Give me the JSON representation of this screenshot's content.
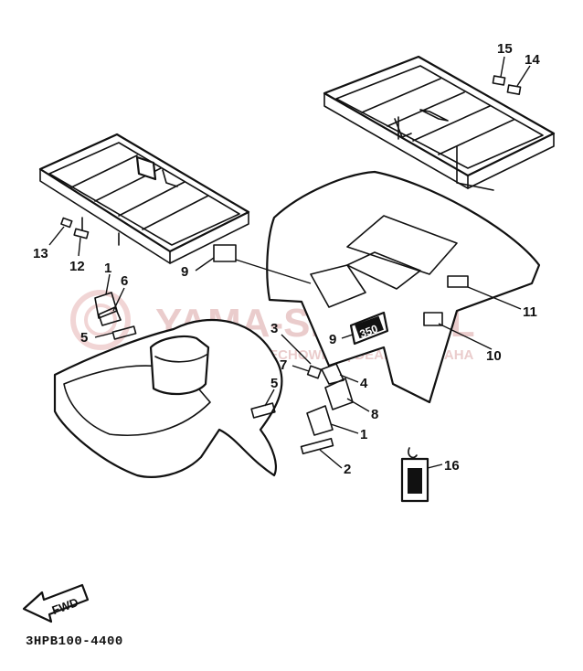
{
  "callouts": [
    {
      "id": "c1a",
      "text": "1"
    },
    {
      "id": "c6",
      "text": "6"
    },
    {
      "id": "c5a",
      "text": "5"
    },
    {
      "id": "c13",
      "text": "13"
    },
    {
      "id": "c12",
      "text": "12"
    },
    {
      "id": "c9a",
      "text": "9"
    },
    {
      "id": "c15",
      "text": "15"
    },
    {
      "id": "c14",
      "text": "14"
    },
    {
      "id": "c11",
      "text": "11"
    },
    {
      "id": "c10",
      "text": "10"
    },
    {
      "id": "c3",
      "text": "3"
    },
    {
      "id": "c9b",
      "text": "9"
    },
    {
      "id": "c7",
      "text": "7"
    },
    {
      "id": "c4",
      "text": "4"
    },
    {
      "id": "c8",
      "text": "8"
    },
    {
      "id": "c5b",
      "text": "5"
    },
    {
      "id": "c1b",
      "text": "1"
    },
    {
      "id": "c2",
      "text": "2"
    },
    {
      "id": "c16",
      "text": "16"
    }
  ],
  "watermark": {
    "title": "YAMA-SKLEP.PL",
    "subtitle": "MOTRECHOWICZ | DEALER YAMAHA",
    "color": "#d9a3a3"
  },
  "decals": {
    "engine_badge": "350",
    "fwd_arrow": "FWD"
  },
  "diagram_code": "3HPB100-4400"
}
